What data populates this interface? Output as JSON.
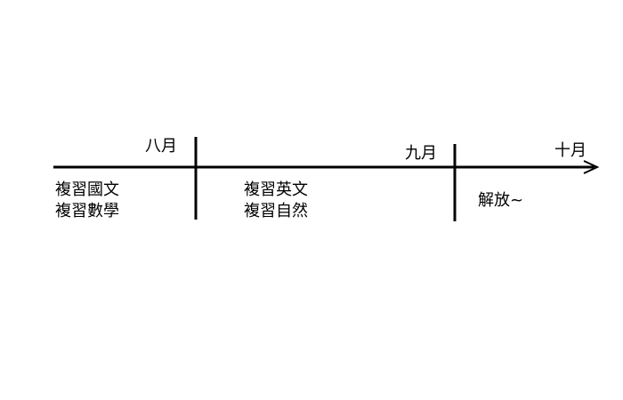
{
  "months": {
    "august": "八月",
    "september": "九月",
    "october": "十月"
  },
  "tasks": {
    "before_august": [
      "複習國文",
      "複習數學"
    ],
    "august_to_september": [
      "複習英文",
      "複習自然"
    ],
    "after_september": "解放~"
  },
  "colors": {
    "line": "#000000",
    "text": "#000000",
    "background": "#ffffff"
  }
}
